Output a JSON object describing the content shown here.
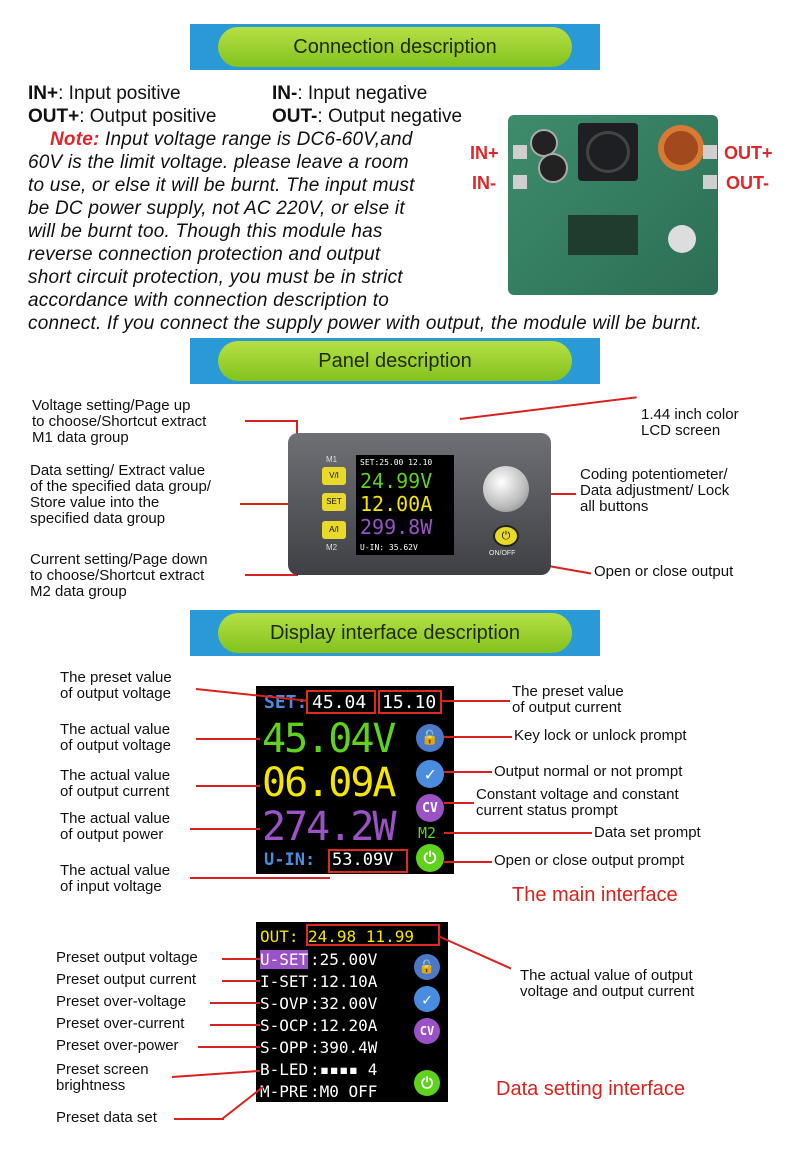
{
  "sections": {
    "connection": "Connection description",
    "panel": "Panel description",
    "display": "Display interface description"
  },
  "connection": {
    "in_plus_key": "IN+",
    "in_plus_text": ": Input positive",
    "in_minus_key": "IN-",
    "in_minus_text": ": Input negative",
    "out_plus_key": "OUT+",
    "out_plus_text": ": Output positive",
    "out_minus_key": "OUT-",
    "out_minus_text": ": Output negative",
    "note_label": "Note:",
    "note_lines": [
      " Input voltage range is DC6-60V,and",
      "60V is the limit voltage. please leave a room",
      "to use, or else it will be burnt. The input must",
      "be DC power supply, not AC 220V, or else it",
      "will be burnt too. Though this module has",
      "reverse connection protection and output",
      "short circuit protection, you must be in strict",
      "accordance with connection description to",
      "connect. If you connect the supply power with output, the module will be burnt."
    ],
    "pcb_labels": {
      "in_plus": "IN+",
      "in_minus": "IN-",
      "out_plus": "OUT+",
      "out_minus": "OUT-"
    }
  },
  "panel": {
    "left": [
      [
        "Voltage setting/Page up",
        "to choose/Shortcut extract",
        "M1 data group"
      ],
      [
        "Data setting/ Extract value",
        "of the specified data group/",
        "Store value into the",
        "specified data group"
      ],
      [
        "Current setting/Page down",
        "to choose/Shortcut extract",
        "M2 data group"
      ]
    ],
    "right": [
      [
        "1.44 inch color",
        "LCD screen"
      ],
      [
        "Coding potentiometer/",
        "Data adjustment/ Lock",
        "all buttons"
      ],
      [
        "Open or close output"
      ]
    ],
    "device": {
      "btn_m1": "M1",
      "btn_vi": "V/I",
      "btn_set": "SET",
      "btn_ai": "A/I",
      "btn_m2": "M2",
      "set_line": "SET:25.00 12.10",
      "volt": "24.99V",
      "amp": "12.00A",
      "watt": "299.8W",
      "uin": "U-IN: 35.62V",
      "onoff": "ON/OFF"
    }
  },
  "main_interface": {
    "title": "The main interface",
    "screen": {
      "set_label": "SET:",
      "set_v": "45.04",
      "set_a": "15.10",
      "volt": "45.04V",
      "amp": "06.09A",
      "watt": "274.2W",
      "uin_label": "U-IN:",
      "uin": "53.09V",
      "cv": "CV",
      "m2": "M2"
    },
    "left": [
      [
        "The preset value",
        "of output voltage"
      ],
      [
        "The actual value",
        "of output voltage"
      ],
      [
        "The actual value",
        "of output current"
      ],
      [
        "The actual value",
        "of output power"
      ],
      [
        "The actual value",
        "of input voltage"
      ]
    ],
    "right": [
      [
        "The preset value",
        "of output current"
      ],
      [
        "Key lock or unlock prompt"
      ],
      [
        "Output normal or not prompt"
      ],
      [
        "Constant voltage and constant",
        "current status prompt"
      ],
      [
        "Data set prompt"
      ],
      [
        "Open or close output prompt"
      ]
    ]
  },
  "setting_interface": {
    "title": "Data setting interface",
    "screen": {
      "out_label": "OUT:",
      "out_values": "24.98 11.99",
      "rows": [
        [
          "U-SET",
          ":25.00V"
        ],
        [
          "I-SET",
          ":12.10A"
        ],
        [
          "S-OVP",
          ":32.00V"
        ],
        [
          "S-OCP",
          ":12.20A"
        ],
        [
          "S-OPP",
          ":390.4W"
        ],
        [
          "B-LED",
          ":▪▪▪▪ 4"
        ],
        [
          "M-PRE",
          ":M0 OFF"
        ]
      ],
      "cv": "CV"
    },
    "left": [
      "Preset output voltage",
      "Preset output current",
      "Preset over-voltage",
      "Preset over-current",
      "Preset over-power",
      "Preset screen\nbrightness",
      "Preset data set"
    ],
    "right": [
      "The actual value of output",
      "voltage and output current"
    ]
  },
  "colors": {
    "banner": "#2a9ad6",
    "pill": "#9ad13a",
    "red": "#d9221d",
    "lcd_green": "#5fd21e",
    "lcd_yellow": "#f5e600",
    "lcd_purple": "#9a52c6",
    "lcd_blue": "#4a8de0"
  }
}
